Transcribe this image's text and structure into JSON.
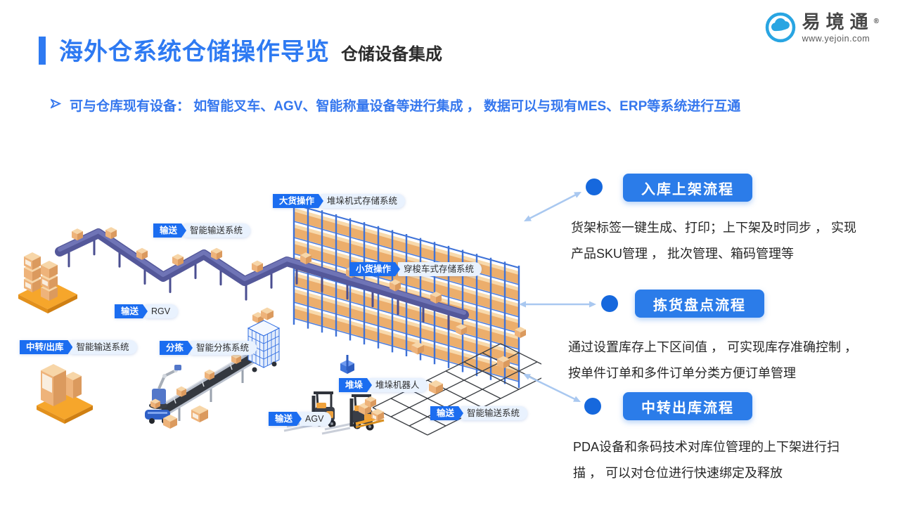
{
  "header": {
    "title": "海外仓系统仓储操作导览",
    "subtitle": "仓储设备集成"
  },
  "logo": {
    "name": "易境通",
    "reg": "®",
    "url_text": "www.yejoin.com"
  },
  "bullet": {
    "text": "可与仓库现有设备： 如智能叉车、AGV、智能称量设备等进行集成 ， 数据可以与现有MES、ERP等系统进行互通"
  },
  "diagram": {
    "tags": [
      {
        "tag": "输送",
        "label": "智能输送系统"
      },
      {
        "tag": "大货操作",
        "label": "堆垛机式存储系统"
      },
      {
        "tag": "小货操作",
        "label": "穿梭车式存储系统"
      },
      {
        "tag": "输送",
        "label": "RGV"
      },
      {
        "tag": "中转/出库",
        "label": "智能输送系统"
      },
      {
        "tag": "分拣",
        "label": "智能分拣系统"
      },
      {
        "tag": "堆垛",
        "label": "堆垛机器人"
      },
      {
        "tag": "输送",
        "label": "AGV"
      },
      {
        "tag": "输送",
        "label": "智能输送系统"
      }
    ]
  },
  "flows": [
    {
      "title": "入库上架流程",
      "desc": "货架标签一键生成、打印；上下架及时同步 ， 实现\n产品SKU管理 ， 批次管理、箱码管理等"
    },
    {
      "title": "拣货盘点流程",
      "desc": "通过设置库存上下区间值 ， 可实现库存准确控制 ，\n按单件订单和多件订单分类方便订单管理"
    },
    {
      "title": "中转出库流程",
      "desc": "PDA设备和条码技术对库位管理的上下架进行扫\n描 ， 可以对仓位进行快速绑定及释放"
    }
  ],
  "colors": {
    "accent": "#2e7af2",
    "title": "#2e7af2",
    "button": "#2b7ce9",
    "dot": "#1668dd",
    "connector_arrow": "#a9c8f0",
    "tag_blue": "#1b6df0",
    "tag_light": "#e9f2fe",
    "logo_blue": "#29a5e2",
    "carton_box": "#eeb37a",
    "rack_post": "#3e72d8",
    "conveyor": "#54589a",
    "pallet_orange": "#f6a62b"
  }
}
